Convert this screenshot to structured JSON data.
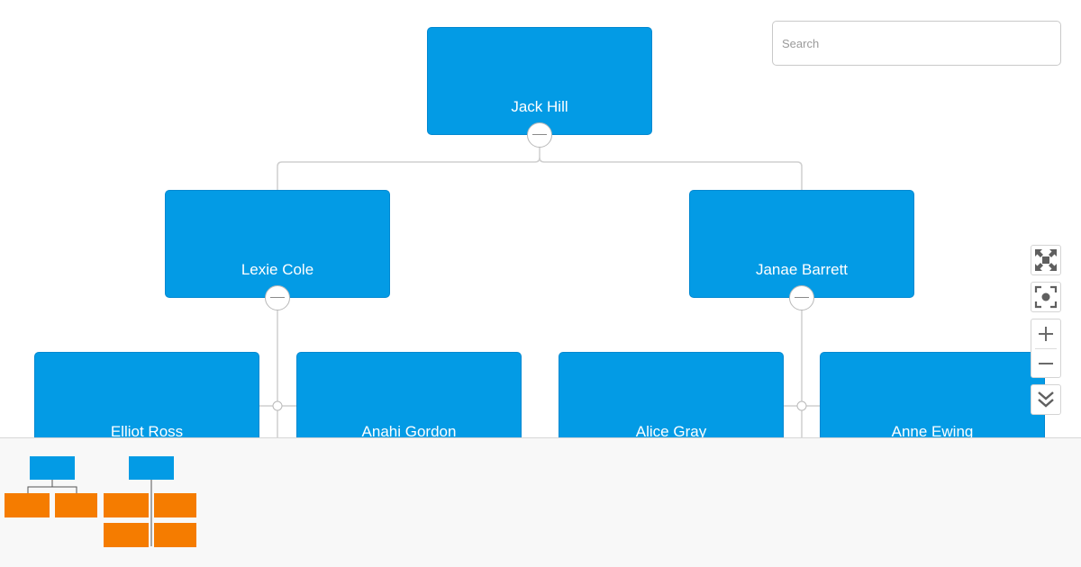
{
  "search": {
    "placeholder": "Search",
    "value": ""
  },
  "chart": {
    "node_color": "#039be5",
    "link_color": "#cfcfcf",
    "nodes": [
      {
        "id": "jack-hill",
        "name": "Jack Hill"
      },
      {
        "id": "lexie-cole",
        "name": "Lexie Cole"
      },
      {
        "id": "janae-barrett",
        "name": "Janae Barrett"
      },
      {
        "id": "elliot-ross",
        "name": "Elliot Ross"
      },
      {
        "id": "anahi-gordon",
        "name": "Anahi Gordon"
      },
      {
        "id": "alice-gray",
        "name": "Alice Gray"
      },
      {
        "id": "anne-ewing",
        "name": "Anne Ewing"
      }
    ]
  },
  "toolbar": {
    "fit_icon": "expand-arrows-icon",
    "center_icon": "focus-target-icon",
    "zoom_in_icon": "plus-icon",
    "zoom_out_icon": "minus-icon",
    "expand_all_icon": "double-chevron-down-icon"
  },
  "templates": {
    "parent_color": "#039be5",
    "child_color": "#f57c00",
    "items": [
      {
        "id": "template-horizontal-children"
      },
      {
        "id": "template-mixed-children"
      }
    ]
  }
}
